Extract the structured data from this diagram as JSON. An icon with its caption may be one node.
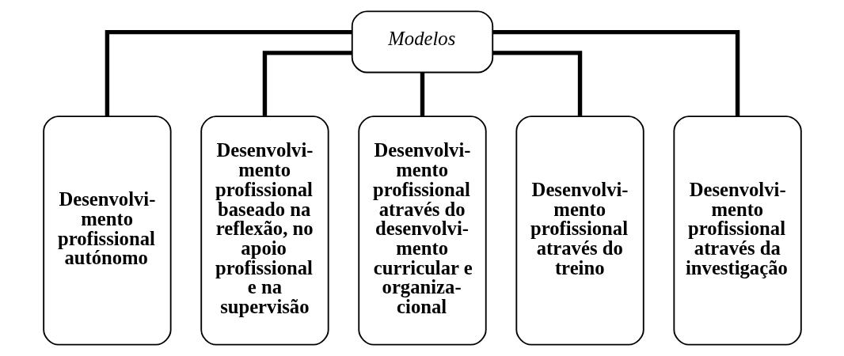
{
  "diagram": {
    "nodes": [
      {
        "text": [
          "Modelos"
        ]
      },
      {
        "text": [
          "Desenvolvi- mento profissional autónomo"
        ]
      },
      {
        "text": [
          "Desenvolvi- mento profissional baseado na reflexão, no apoio profissional e na supervisão"
        ]
      },
      {
        "text": [
          "Desenvolvi- mento profissional através do desenvolvi- mento curricular e organiza- cional"
        ]
      },
      {
        "text": [
          "Desenvolvi- mento profissional através do treino"
        ]
      },
      {
        "text": [
          "Desenvolvi- mento profissional através da investigação"
        ]
      }
    ],
    "edges": [
      {
        "from": 0,
        "to": 1,
        "arrow": "none"
      },
      {
        "from": 0,
        "to": 2,
        "arrow": "none"
      },
      {
        "from": 0,
        "to": 3,
        "arrow": "none"
      },
      {
        "from": 0,
        "to": 4,
        "arrow": "none"
      },
      {
        "from": 0,
        "to": 5,
        "arrow": "none"
      }
    ]
  }
}
